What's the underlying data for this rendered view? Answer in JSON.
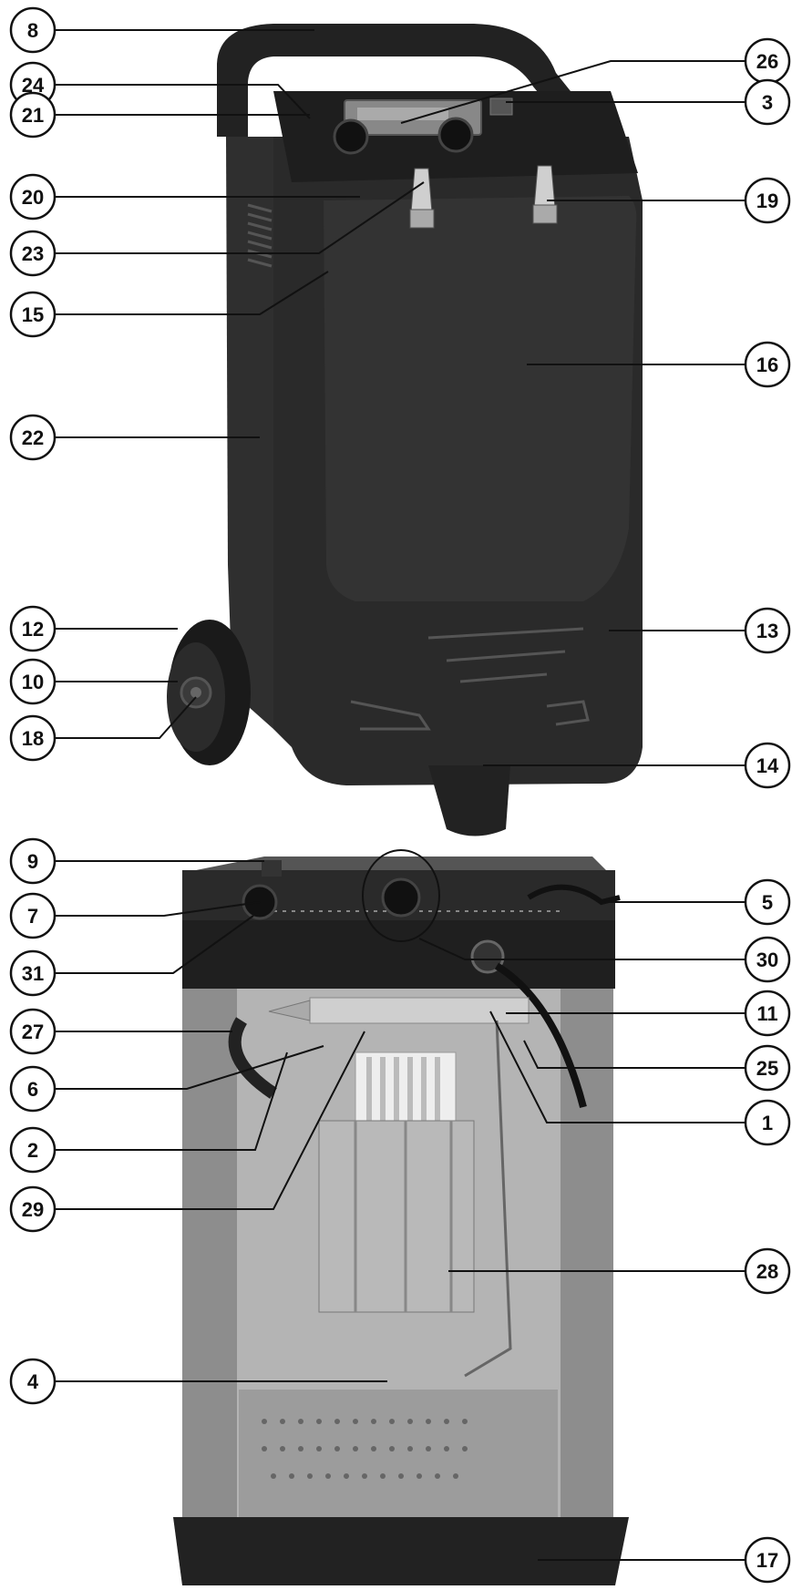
{
  "colors": {
    "body": "#2b2b2b",
    "body_dark": "#1a1a1a",
    "metal": "#9a9a9a",
    "metal_light": "#cfcfcf",
    "transformer": "#b9b9b9",
    "line": "#111111"
  },
  "callouts": [
    {
      "id": "c8",
      "label": "8"
    },
    {
      "id": "c24",
      "label": "24"
    },
    {
      "id": "c21",
      "label": "21"
    },
    {
      "id": "c20",
      "label": "20"
    },
    {
      "id": "c23",
      "label": "23"
    },
    {
      "id": "c15",
      "label": "15"
    },
    {
      "id": "c22",
      "label": "22"
    },
    {
      "id": "c12",
      "label": "12"
    },
    {
      "id": "c10",
      "label": "10"
    },
    {
      "id": "c18",
      "label": "18"
    },
    {
      "id": "c26",
      "label": "26"
    },
    {
      "id": "c3",
      "label": "3"
    },
    {
      "id": "c19",
      "label": "19"
    },
    {
      "id": "c16",
      "label": "16"
    },
    {
      "id": "c13",
      "label": "13"
    },
    {
      "id": "c14",
      "label": "14"
    },
    {
      "id": "c9",
      "label": "9"
    },
    {
      "id": "c7",
      "label": "7"
    },
    {
      "id": "c31",
      "label": "31"
    },
    {
      "id": "c27",
      "label": "27"
    },
    {
      "id": "c6",
      "label": "6"
    },
    {
      "id": "c2",
      "label": "2"
    },
    {
      "id": "c29",
      "label": "29"
    },
    {
      "id": "c4",
      "label": "4"
    },
    {
      "id": "c5",
      "label": "5"
    },
    {
      "id": "c30",
      "label": "30"
    },
    {
      "id": "c11",
      "label": "11"
    },
    {
      "id": "c25",
      "label": "25"
    },
    {
      "id": "c1",
      "label": "1"
    },
    {
      "id": "c28",
      "label": "28"
    },
    {
      "id": "c17",
      "label": "17"
    }
  ]
}
